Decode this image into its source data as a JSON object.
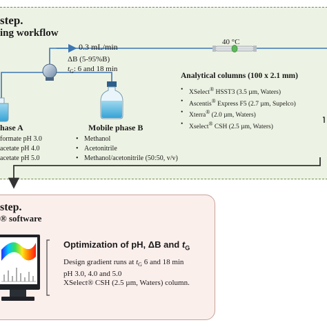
{
  "step1": {
    "heading_line1": "step.",
    "heading_line2": "ing workflow",
    "flow_rate": "0.3 mL/min",
    "gradient_range": "ΔB (5-95%B)",
    "gradient_time_symbol": "t",
    "gradient_time_sub": "G",
    "gradient_time_values": ": 6 and 18 min",
    "column_temperature": "40 °C",
    "columns_title": "Analytical columns (100 x 2.1 mm)",
    "columns": [
      {
        "name": "XSelect",
        "sup": "®",
        "detail": " HSST3  (3.5 µm, Waters)"
      },
      {
        "name": "Ascentis",
        "sup": "®",
        "detail": " Express F5 (2.7 µm, Supelco)"
      },
      {
        "name": "Xterra",
        "sup": "®",
        "detail": " (2.0 µm, Waters)"
      },
      {
        "name": "Xselect",
        "sup": "®",
        "detail": " CSH (2.5 µm, Waters)"
      }
    ],
    "mobile_phase_a_title": "hase A",
    "mobile_phase_a_items": [
      "formate pH 3.0",
      "acetate pH 4.0",
      "acetate pH 5.0"
    ],
    "mobile_phase_b_title": "Mobile phase B",
    "mobile_phase_b_items": [
      "Methanol",
      "Acetonitrile",
      "Methanol/acetonitrile (50:50, v/v)"
    ]
  },
  "step2": {
    "heading_line1": "step.",
    "heading_line2": "® software",
    "opt_title_prefix": "Optimization of pH, ΔB  and ",
    "opt_title_t": "t",
    "opt_title_sub": "G",
    "desc_line1_prefix": "Design gradient runs at ",
    "desc_line1_t": "t",
    "desc_line1_sub": "G",
    "desc_line1_suffix": " 6 and 18 min",
    "desc_line2": "pH 3.0, 4.0 and 5.0",
    "desc_line3": "XSelect® CSH (2.5 µm, Waters) column."
  },
  "colors": {
    "panel1_fill": "#edf3e4",
    "panel1_border": "#6e8a4f",
    "panel2_fill": "#fbefec",
    "panel2_border": "#c7a39a",
    "flow_line": "#3c76b3",
    "column_highlight": "#5cb85c"
  }
}
